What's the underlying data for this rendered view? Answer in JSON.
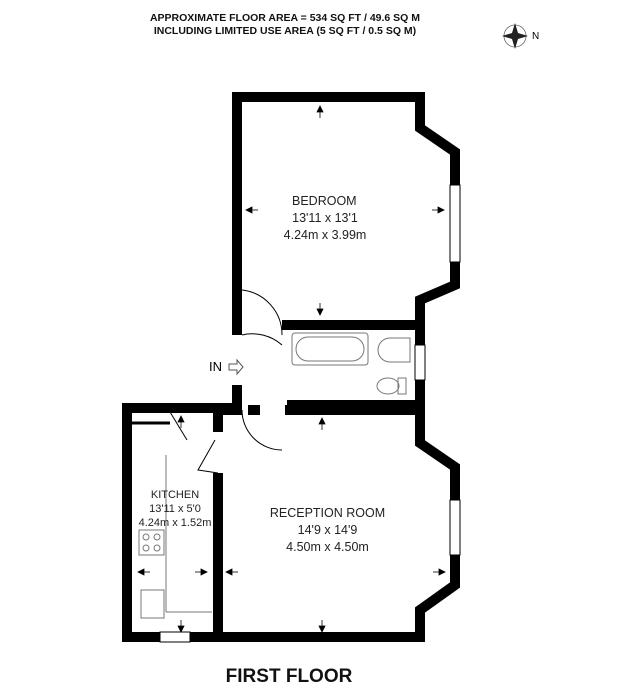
{
  "header": {
    "line1": "APPROXIMATE FLOOR AREA = 534 SQ FT / 49.6 SQ M",
    "line2": "INCLUDING LIMITED USE AREA (5 SQ FT / 0.5 SQ M)"
  },
  "compass": {
    "label": "N",
    "icon": "compass-rose-icon"
  },
  "entrance": {
    "label": "IN"
  },
  "rooms": {
    "bedroom": {
      "name": "BEDROOM",
      "imperial": "13'11 x 13'1",
      "metric": "4.24m x 3.99m"
    },
    "kitchen": {
      "name": "KITCHEN",
      "imperial": "13'11 x 5'0",
      "metric": "4.24m x 1.52m"
    },
    "reception": {
      "name": "RECEPTION ROOM",
      "imperial": "14'9 x 14'9",
      "metric": "4.50m x 4.50m"
    }
  },
  "floor_title": "FIRST FLOOR",
  "colors": {
    "wall": "#000000",
    "fixture": "#888888"
  }
}
